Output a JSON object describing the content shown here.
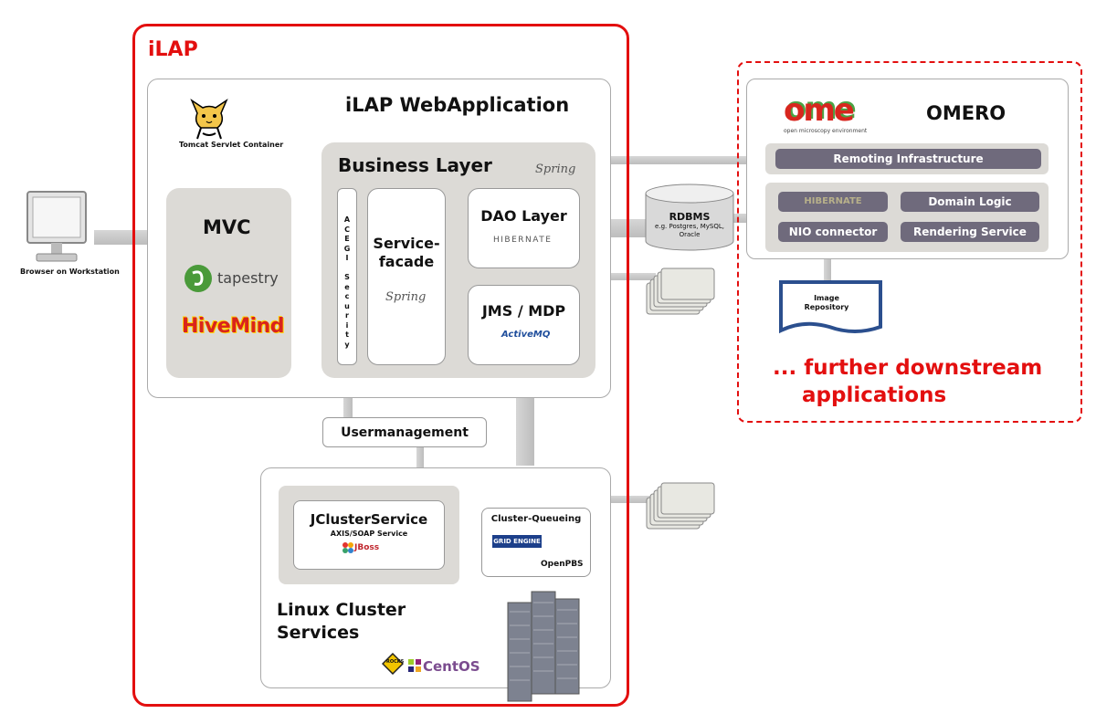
{
  "ilap": {
    "title": "iLAP",
    "webapp_title": "iLAP WebApplication",
    "tomcat_label": "Tomcat Servlet Container",
    "mvc": {
      "title": "MVC",
      "tapestry": "tapestry",
      "hivemind": "HiveMind"
    },
    "business": {
      "title": "Business Layer",
      "spring": "Spring",
      "acegi": "ACEGI Security",
      "service_facade": "Service-\nfacade",
      "service_spring": "Spring",
      "dao_title": "DAO Layer",
      "hibernate": "HIBERNATE",
      "jms_title": "JMS / MDP",
      "activemq": "ActiveMQ"
    },
    "usermanagement": "Usermanagement",
    "linux": {
      "jcluster_title": "JClusterService",
      "jcluster_sub": "AXIS/SOAP Service",
      "jboss": "JBoss",
      "queue_title": "Cluster-Queueing",
      "gridengine": "GRID ENGINE",
      "openpbs": "OpenPBS",
      "title": "Linux Cluster\nServices",
      "rocks": "ROCKS",
      "centos": "CentOS"
    }
  },
  "browser_label": "Browser on Workstation",
  "rdbms": {
    "label": "RDBMS",
    "sub": "e.g. Postgres, MySQL,\nOracle"
  },
  "omero": {
    "title": "OMERO",
    "ome_logo": "ome",
    "ome_sub": "open microscopy environment",
    "remoting": "Remoting Infrastructure",
    "hibernate": "HIBERNATE",
    "domain_logic": "Domain Logic",
    "nio": "NIO connector",
    "rendering": "Rendering Service",
    "image_repo": "Image\nRepository"
  },
  "further": "... further downstream\n    applications"
}
